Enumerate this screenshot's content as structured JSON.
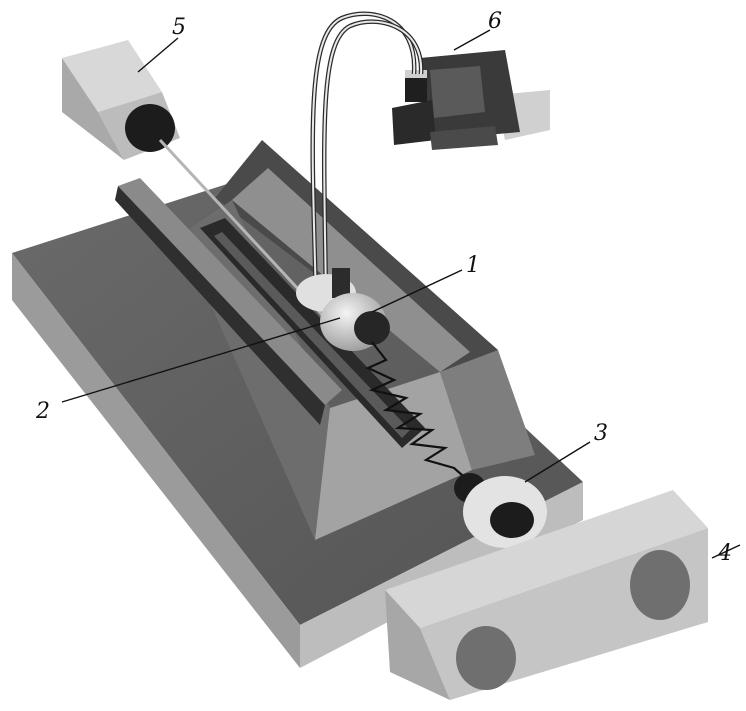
{
  "callouts": [
    "1",
    "2",
    "3",
    "4",
    "5",
    "6"
  ],
  "colors": {
    "base_top": "#5f5f5f",
    "base_front": "#9a9a9a",
    "base_right": "#7d7d7d",
    "rail_dark": "#333333",
    "rail_light": "#8a8a8a",
    "housing_face": "#a8a8a8",
    "block_light": "#c9c9c9",
    "block_side": "#a0a0a0",
    "lens_dark": "#1c1c1c",
    "lens_grey": "#6f6f6f",
    "wire": "#1a1a1a"
  },
  "icons": [
    "light-source-box",
    "camera-monitor",
    "specimen-disc",
    "spring",
    "ring-holder",
    "double-lens-block"
  ]
}
